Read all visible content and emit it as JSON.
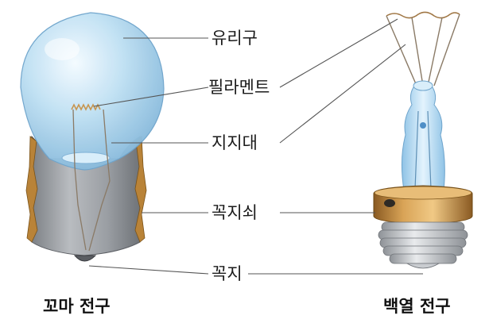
{
  "labels": {
    "glass": "유리구",
    "filament": "필라멘트",
    "support": "지지대",
    "base": "꼭지쇠",
    "contact": "꼭지"
  },
  "captions": {
    "small_bulb": "꼬마 전구",
    "incandescent_bulb": "백열 전구"
  },
  "colors": {
    "glass": "#a9d3ec",
    "metal_base": "#9da1a6",
    "gold": "#b07d3a",
    "leader": "#555555"
  }
}
